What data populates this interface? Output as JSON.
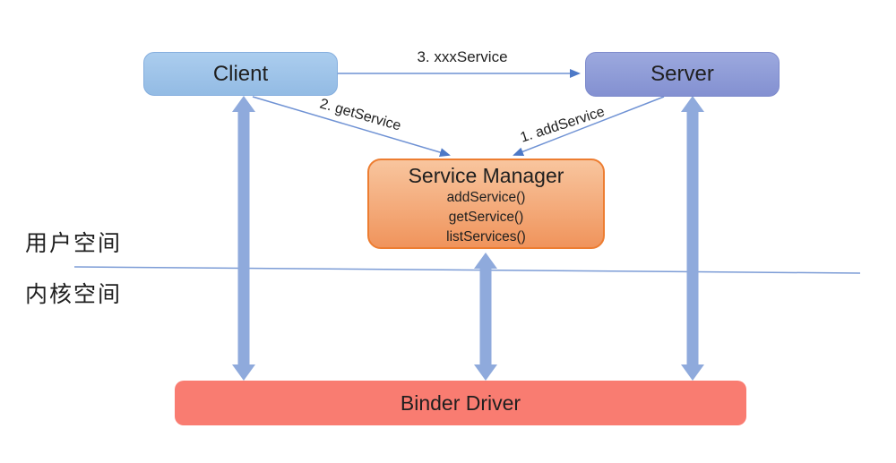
{
  "diagram": {
    "nodes": {
      "client": {
        "label": "Client",
        "fill": "#9dc3e6"
      },
      "server": {
        "label": "Server",
        "fill": "#8f9cd8"
      },
      "service_manager": {
        "title": "Service Manager",
        "methods": [
          "addService()",
          "getService()",
          "listServices()"
        ],
        "fill": "#f4b183",
        "border": "#ed7d31"
      },
      "binder_driver": {
        "label": "Binder Driver",
        "fill": "#f97c71"
      }
    },
    "edges": {
      "xxx_service": {
        "label": "3. xxxService"
      },
      "get_service": {
        "label": "2. getService"
      },
      "add_service": {
        "label": "1. addService"
      }
    },
    "regions": {
      "user_space_label": "用户空间",
      "kernel_space_label": "内核空间"
    },
    "colors": {
      "thick_arrow": "#8faadc",
      "thin_line": "#6f92d4",
      "arrowhead": "#4d79c7",
      "boundary_line": "#7c9cd6"
    }
  }
}
